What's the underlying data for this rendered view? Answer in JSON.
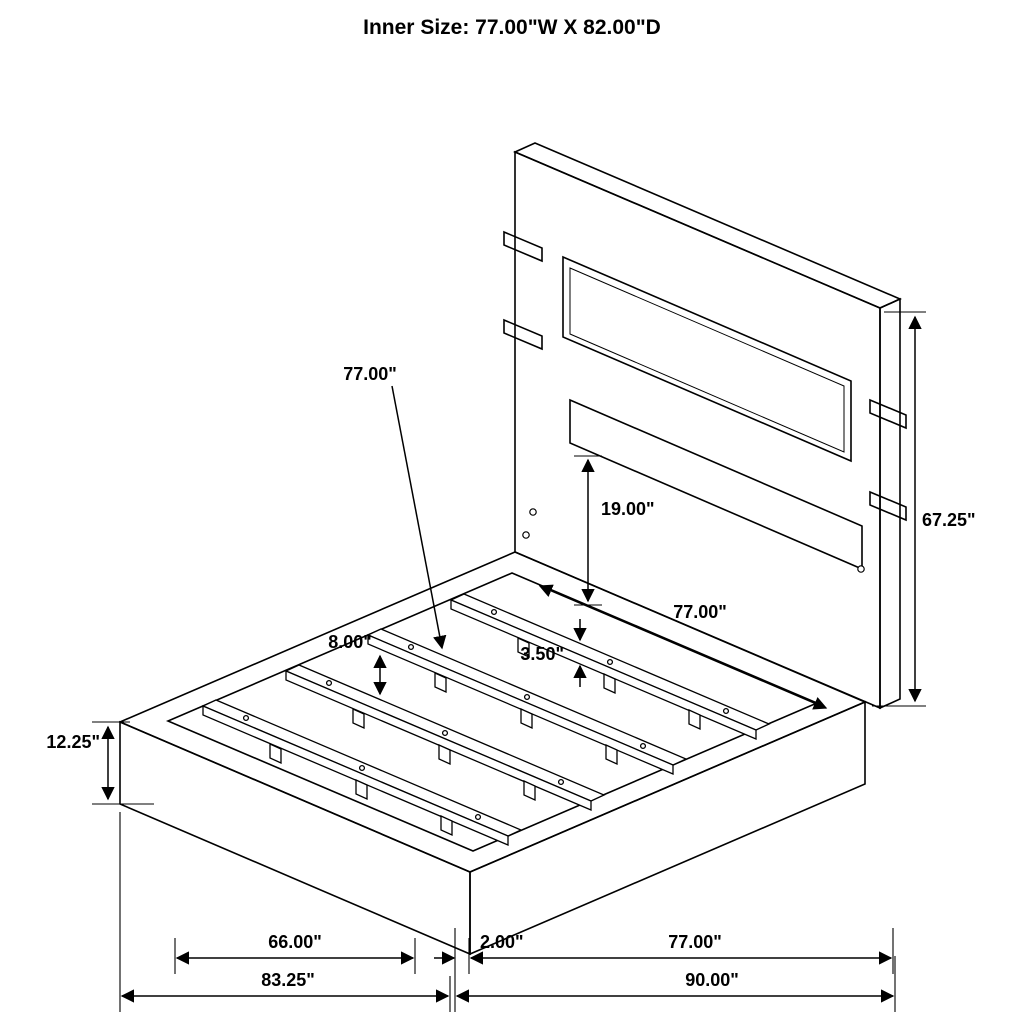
{
  "title": "Inner Size: 77.00\"W X 82.00\"D",
  "labels": {
    "slat_length": "77.00\"",
    "headboard_clearance": "19.00\"",
    "headboard_height": "67.25\"",
    "inner_width": "77.00\"",
    "slat_thickness": "3.50\"",
    "slat_spacing": "8.00\"",
    "base_height": "12.25\"",
    "inner_depth": "66.00\"",
    "side_gap": "2.00\"",
    "footboard_width": "77.00\"",
    "overall_depth": "83.25\"",
    "overall_width": "90.00\""
  }
}
